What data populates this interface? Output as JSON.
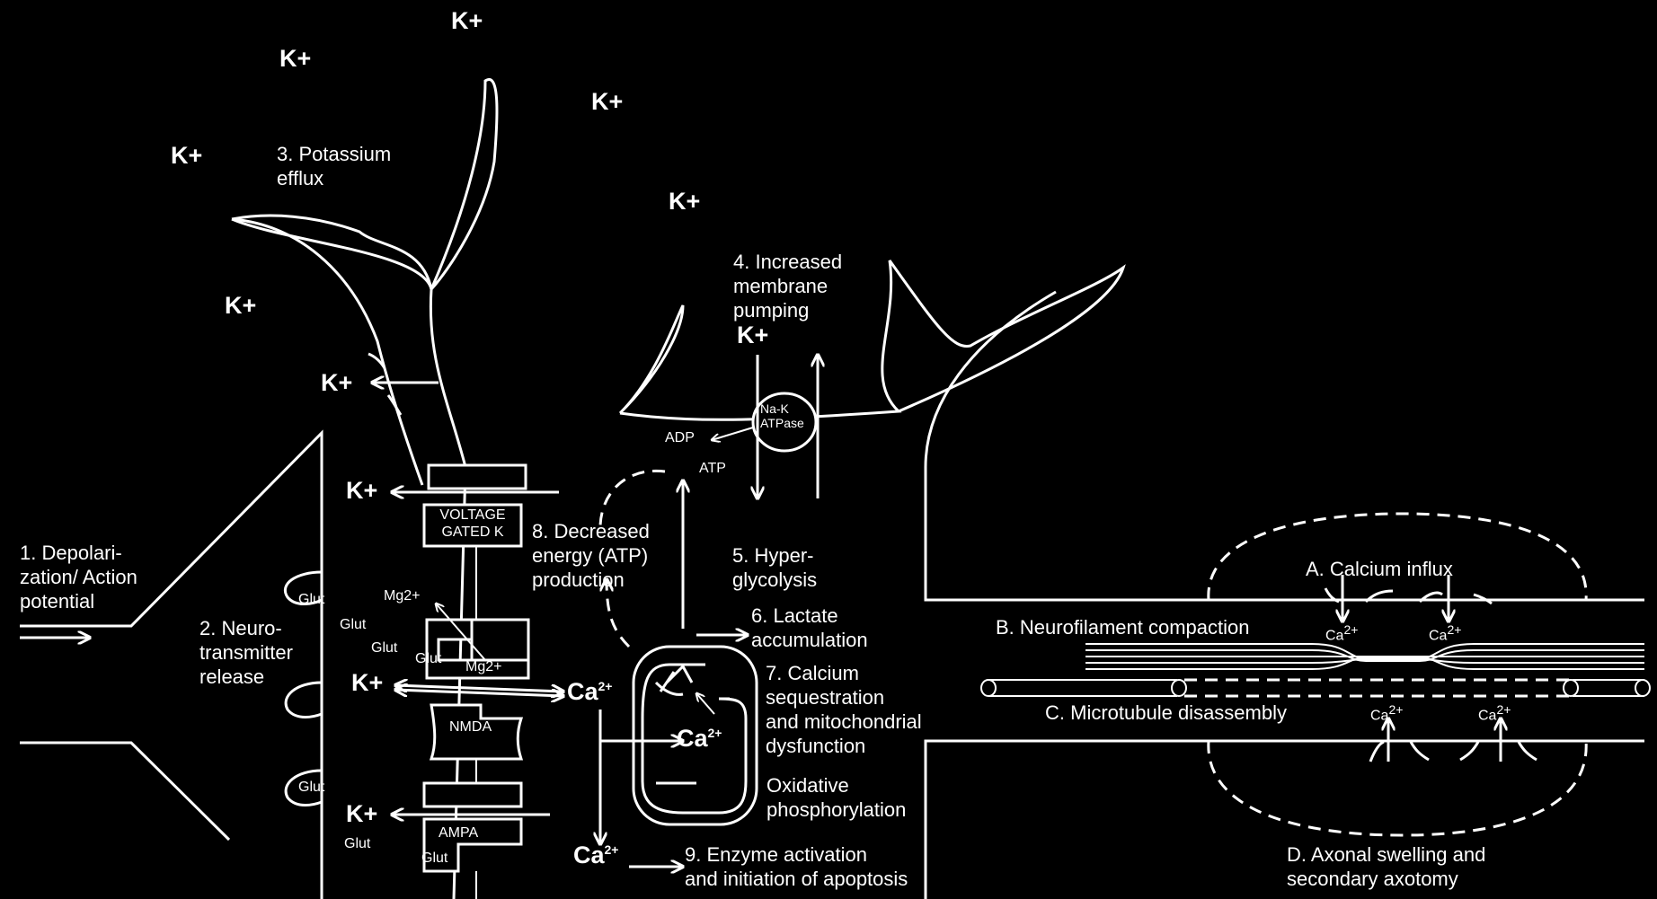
{
  "ions": {
    "k": "K+",
    "ca": "Ca",
    "ca_sup": "2+",
    "mg2": "Mg2+",
    "glut": "Glut"
  },
  "steps": {
    "s1": "1. Depolari-\nzation/ Action\npotential",
    "s2": "2. Neuro-\ntransmitter\nrelease",
    "s3": "3. Potassium\nefflux",
    "s4": "4. Increased\nmembrane\npumping",
    "s5": "5. Hyper-\nglycolysis",
    "s6": "6. Lactate\naccumulation",
    "s7": "7. Calcium\nsequestration\nand mitochondrial\ndysfunction",
    "s8": "8. Decreased\nenergy (ATP)\nproduction",
    "s9": "9. Enzyme activation\nand initiation of apoptosis",
    "oxphos": "Oxidative\nphosphorylation"
  },
  "channels": {
    "voltage_gated_k": "VOLTAGE\nGATED K",
    "nmda": "NMDA",
    "ampa": "AMPA",
    "na_k_atpase": "Na-K\nATPase",
    "adp": "ADP",
    "atp": "ATP"
  },
  "axon": {
    "a": "A. Calcium influx",
    "b": "B. Neurofilament compaction",
    "c": "C. Microtubule disassembly",
    "d": "D. Axonal swelling and\nsecondary axotomy"
  }
}
